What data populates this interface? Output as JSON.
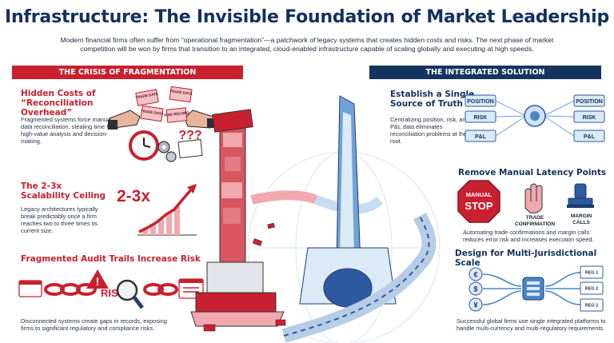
{
  "header": {
    "title": "Infrastructure: The Invisible Foundation of Market Leadership",
    "subtitle": "Modern financial firms often suffer from “operational fragmentation”—a patchwork of legacy systems that creates hidden costs and risks. The next phase of market competition will be won by firms that transition to an integrated, cloud-enabled infrastructure capable of scaling globally and executing at high speeds."
  },
  "left": {
    "banner": "THE CRISIS OF FRAGMENTATION",
    "sections": [
      {
        "title_line1": "Hidden Costs of",
        "title_line2": "“Reconciliation Overhead”",
        "body": "Fragmented systems force manual data reconciliation, stealing time from high-value analysis and decision-making."
      },
      {
        "title_line1": "The 2-3x",
        "title_line2": "Scalability Ceiling",
        "body": "Legacy architectures typically break predictably once a firm reaches two to three times its current size."
      },
      {
        "title_line1": "Fragmented Audit Trails Increase Risk",
        "body": "Disconnected systems create gaps in records, exposing firms to significant regulatory and compliance risks."
      }
    ],
    "illustration": {
      "doc_labels": [
        "TRADE DATA",
        "TRADE DATA",
        "TRADE DATA",
        "RISK RECORD"
      ],
      "question_marks": "???",
      "multiplier": "2-3x",
      "risk_word": "RISK",
      "warning": "!"
    }
  },
  "right": {
    "banner": "THE INTEGRATED SOLUTION",
    "sections": [
      {
        "title_line1": "Establish a Single",
        "title_line2": "Source of Truth",
        "body": "Centralizing position, risk, and P&L data eliminates reconciliation problems at the root."
      },
      {
        "title": "Remove Manual Latency Points",
        "body": "Automating trade confirmations and margin calls reduces error risk and increases execution speed."
      },
      {
        "title": "Design for Multi-Jurisdictional Scale",
        "body": "Successful global firms use single integrated platforms to handle multi-currency and multi-regulatory requirements."
      }
    ],
    "hub": {
      "left": [
        "POSITION",
        "RISK",
        "P&L"
      ],
      "right": [
        "POSITION",
        "RISK",
        "P&L"
      ]
    },
    "stop": {
      "line1": "MANUAL",
      "line2": "STOP"
    },
    "latency_labels": {
      "hand_line1": "TRADE",
      "hand_line2": "CONFIRMATION",
      "stamp_line1": "MARGIN",
      "stamp_line2": "CALLS"
    },
    "currencies": [
      "€",
      "$",
      "¥"
    ],
    "regs": [
      "REG 1",
      "REG 2",
      "REG 2"
    ]
  },
  "colors": {
    "red": "#c8202f",
    "navy": "#15345f",
    "light_blue": "#dce9f7",
    "mid_blue": "#4a86c5"
  }
}
